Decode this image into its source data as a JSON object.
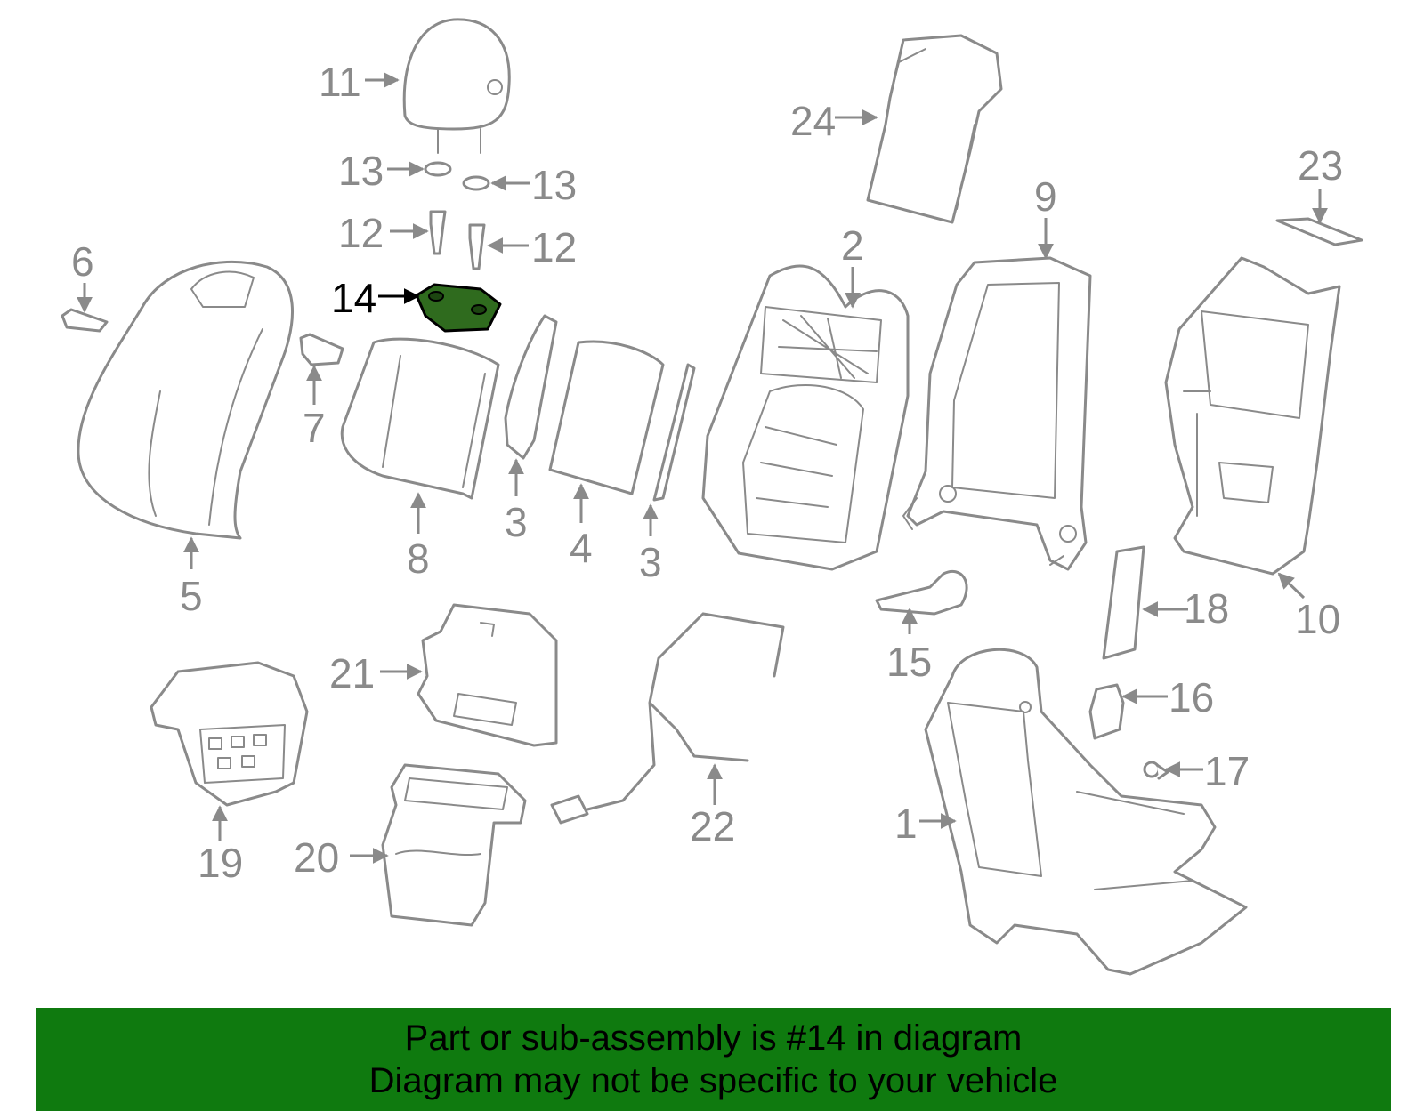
{
  "highlight": {
    "part": "14",
    "color": "#2f6b1e"
  },
  "labels": {
    "p1": "1",
    "p2": "2",
    "p3a": "3",
    "p3b": "3",
    "p4": "4",
    "p5": "5",
    "p6": "6",
    "p7": "7",
    "p8": "8",
    "p9": "9",
    "p10": "10",
    "p11": "11",
    "p12a": "12",
    "p12b": "12",
    "p13a": "13",
    "p13b": "13",
    "p14": "14",
    "p15": "15",
    "p16": "16",
    "p17": "17",
    "p18": "18",
    "p19": "19",
    "p20": "20",
    "p21": "21",
    "p22": "22",
    "p23": "23",
    "p24": "24"
  },
  "banner": {
    "line1": "Part or sub-assembly is #14 in diagram",
    "line2": "Diagram may not be specific to your vehicle",
    "color": "#0f7a0f"
  }
}
